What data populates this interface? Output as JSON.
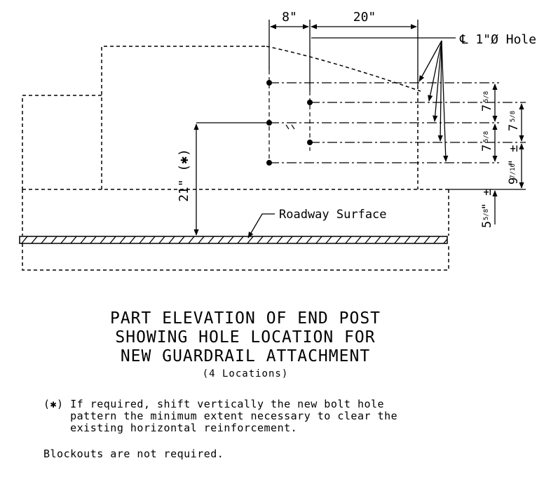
{
  "dimensions": {
    "top_spacing_1": "8\"",
    "top_spacing_2": "20\"",
    "height_from_roadway": "21\" (✱)",
    "right_a_whole": "7",
    "right_a_frac": "5/8",
    "right_b_whole": "7",
    "right_b_frac": "5/8",
    "right_c_whole": "7",
    "right_c_frac": "5/8",
    "right_d_whole": "9",
    "right_d_frac": "7/16",
    "right_d_suffix": "\" ±",
    "right_e_whole": "5",
    "right_e_frac": "5/8",
    "right_e_suffix": "\" ±"
  },
  "labels": {
    "hole_callout": "℄ 1\"Ø Hole",
    "roadway_surface": "Roadway Surface"
  },
  "title": {
    "line1": "PART ELEVATION OF END POST",
    "line2": "SHOWING HOLE LOCATION FOR",
    "line3": "NEW GUARDRAIL ATTACHMENT",
    "line4": "(4 Locations)"
  },
  "notes": {
    "note1_line1": "(✱) If required, shift vertically the new bolt hole",
    "note1_line2": "    pattern the minimum extent necessary to clear the",
    "note1_line3": "    existing horizontal reinforcement.",
    "note2": "Blockouts are not required."
  }
}
